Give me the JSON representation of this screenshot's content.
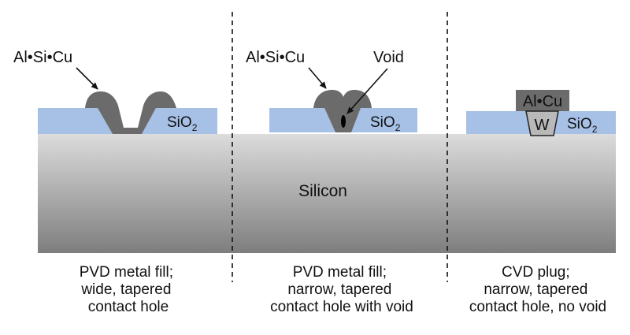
{
  "colors": {
    "oxide": "#a7c0e6",
    "oxide_edge": "#6f8fc4",
    "metal": "#6b6b6b",
    "metal_dark": "#3a3a3a",
    "plug": "#b9b9b9",
    "silicon_top": "#dcdcdc",
    "silicon_bottom": "#7e7e7e",
    "divider": "#111111"
  },
  "panels": [
    {
      "metal_label": "Al•Si•Cu",
      "oxide": {
        "main": "SiO",
        "sub": "2"
      },
      "caption": [
        "PVD metal fill;",
        "wide, tapered",
        "contact hole"
      ]
    },
    {
      "metal_label": "Al•Si•Cu",
      "void_label": "Void",
      "oxide": {
        "main": "SiO",
        "sub": "2"
      },
      "caption": [
        "PVD metal fill;",
        "narrow, tapered",
        "contact hole with void"
      ]
    },
    {
      "metal_label": "Al•Cu",
      "plug_label": "W",
      "oxide": {
        "main": "SiO",
        "sub": "2"
      },
      "caption": [
        "CVD plug;",
        "narrow, tapered",
        "contact hole, no void"
      ]
    }
  ],
  "substrate_label": "Silicon"
}
